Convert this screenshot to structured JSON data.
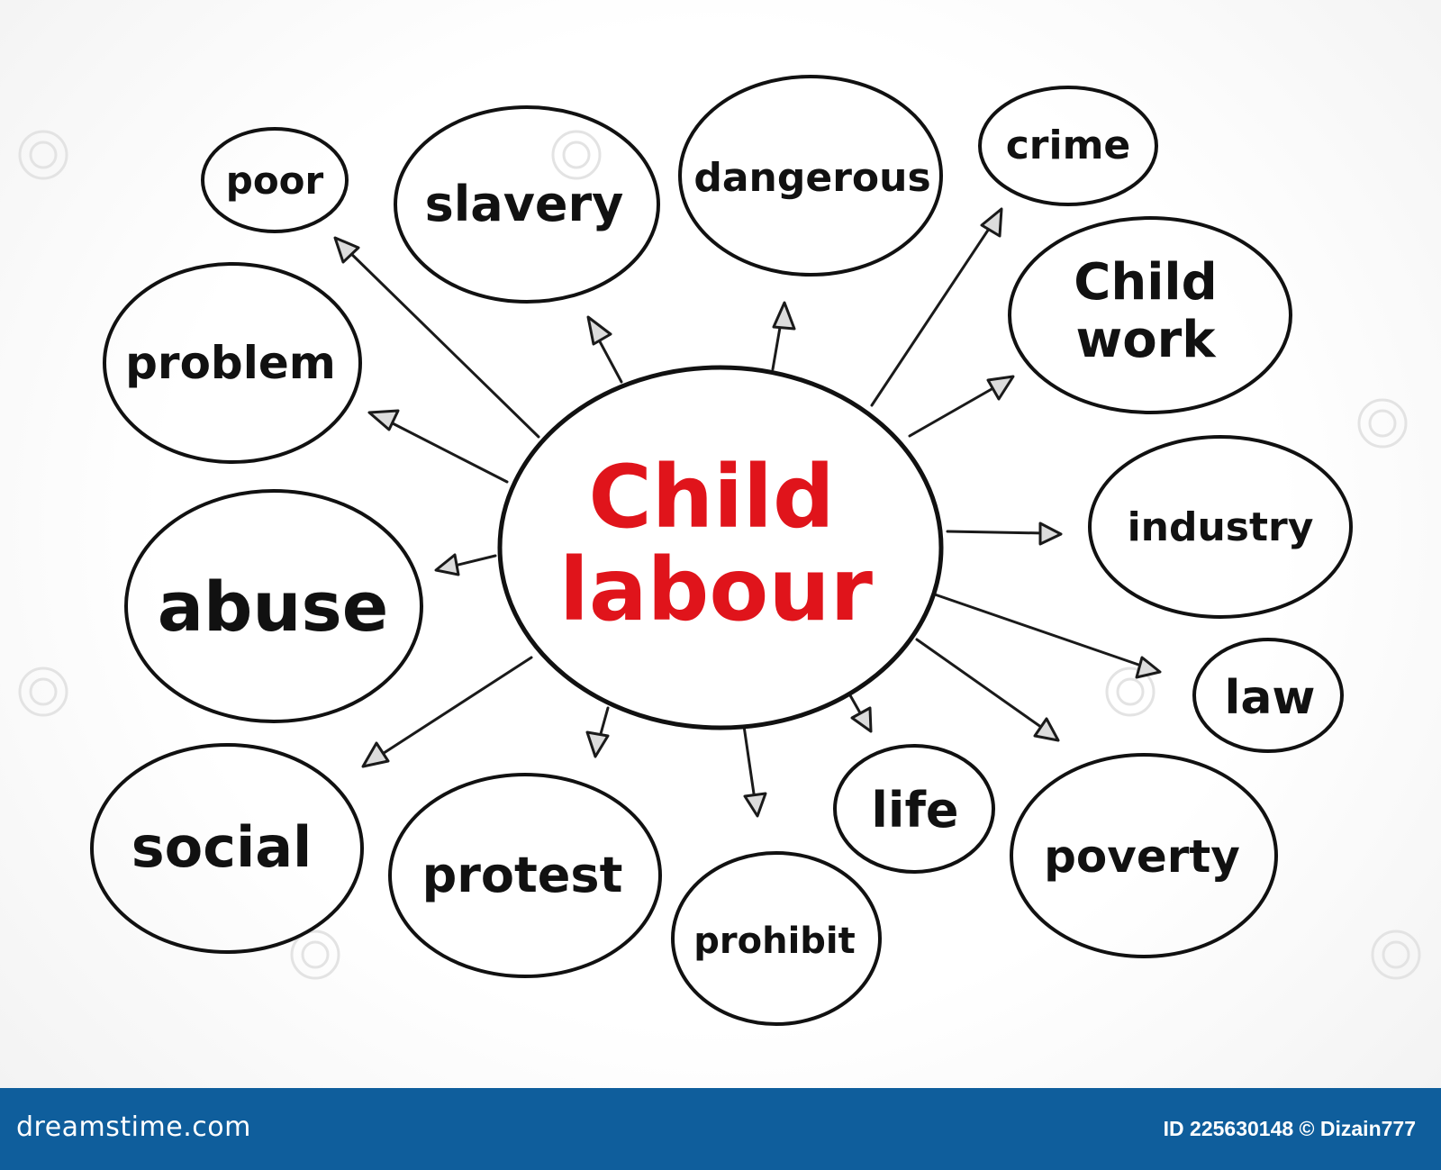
{
  "diagram": {
    "center": {
      "line1": "Child",
      "line2": "labour",
      "color": "#e0141b"
    },
    "nodes": [
      {
        "id": "poor",
        "lines": [
          "poor"
        ]
      },
      {
        "id": "slavery",
        "lines": [
          "slavery"
        ]
      },
      {
        "id": "dangerous",
        "lines": [
          "dangerous"
        ]
      },
      {
        "id": "crime",
        "lines": [
          "crime"
        ]
      },
      {
        "id": "child-work",
        "lines": [
          "Child",
          "work"
        ]
      },
      {
        "id": "problem",
        "lines": [
          "problem"
        ]
      },
      {
        "id": "industry",
        "lines": [
          "industry"
        ]
      },
      {
        "id": "abuse",
        "lines": [
          "abuse"
        ]
      },
      {
        "id": "law",
        "lines": [
          "law"
        ]
      },
      {
        "id": "social",
        "lines": [
          "social"
        ]
      },
      {
        "id": "protest",
        "lines": [
          "protest"
        ]
      },
      {
        "id": "prohibit",
        "lines": [
          "prohibit"
        ]
      },
      {
        "id": "life",
        "lines": [
          "life"
        ]
      },
      {
        "id": "poverty",
        "lines": [
          "poverty"
        ]
      }
    ]
  },
  "footer": {
    "brand": "dreamstime.com",
    "id_text": "ID 225630148 © Dizain777",
    "background": "#0f5e9c"
  }
}
